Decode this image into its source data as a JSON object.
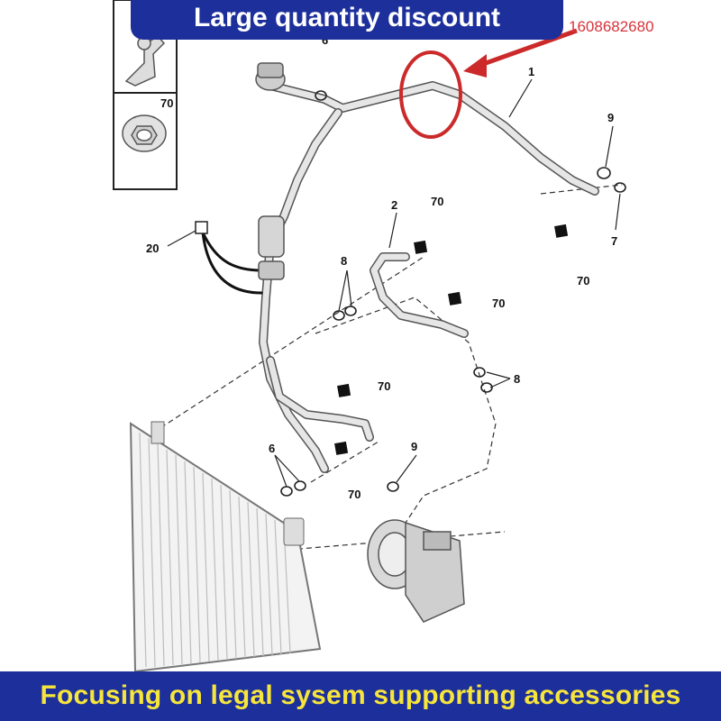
{
  "banner_top": {
    "text": "Large quantity discount"
  },
  "part_number": {
    "text": "1608682680"
  },
  "banner_bottom": {
    "text": "Focusing on legal sysem supporting accessories"
  },
  "callouts": {
    "c1": "1",
    "c2": "2",
    "c6": "6",
    "c6b": "6",
    "c7": "7",
    "c8a": "8",
    "c8b": "8",
    "c9a": "9",
    "c9b": "9",
    "c20": "20",
    "c70_inset": "70",
    "c70_a": "70",
    "c70_b": "70",
    "c70_c": "70",
    "c70_d": "70",
    "c70_e": "70"
  },
  "colors": {
    "banner_bg": "#1d2f9b",
    "banner_text_top": "#ffffff",
    "banner_text_bottom": "#f6e53b",
    "highlight": "#cc2a2a",
    "part_number": "#d8343c"
  }
}
